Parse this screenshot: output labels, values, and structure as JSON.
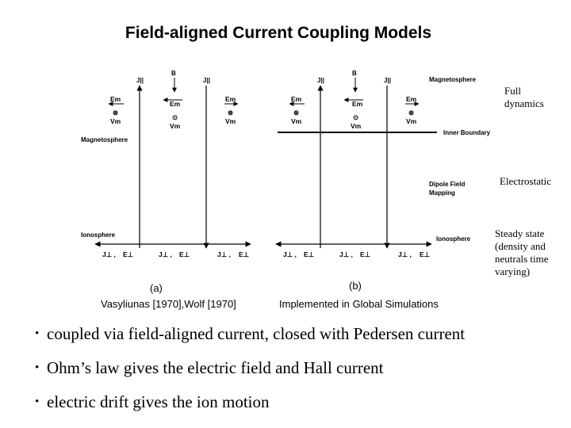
{
  "title": "Field-aligned Current Coupling Models",
  "panel_a": {
    "j_parallel": "J||",
    "b_label": "B",
    "e_m": "Em",
    "v_m": "Vm",
    "out_symbol": "⊙",
    "in_symbol": "⊗",
    "magnetosphere": "Magnetosphere",
    "ionosphere": "Ionosphere",
    "j_perp": "J⊥ ,",
    "e_perp": "E⊥",
    "letter": "(a)",
    "caption": "Vasyliunas [1970],Wolf [1970]"
  },
  "panel_b": {
    "j_parallel": "J||",
    "b_label": "B",
    "e_m": "Em",
    "v_m": "Vm",
    "out_symbol": "⊙",
    "in_symbol": "⊗",
    "magnetosphere": "Magnetosphere",
    "inner_boundary": "Inner Boundary",
    "dipole_mapping": [
      "Dipole Field",
      "Mapping"
    ],
    "ionosphere": "Ionosphere",
    "j_perp": "J⊥ ,",
    "e_perp": "E⊥",
    "letter": "(b)",
    "caption": "Implemented in Global Simulations"
  },
  "side_labels": {
    "full_dynamics": "Full dynamics",
    "electrostatic": "Electrostatic",
    "steady_state": "Steady state (density and neutrals time varying)"
  },
  "bullets": [
    "coupled via field-aligned current, closed with Pedersen current",
    "Ohm’s law gives the electric field and Hall current",
    "electric drift gives the ion motion"
  ],
  "bullet_symbol": "•"
}
